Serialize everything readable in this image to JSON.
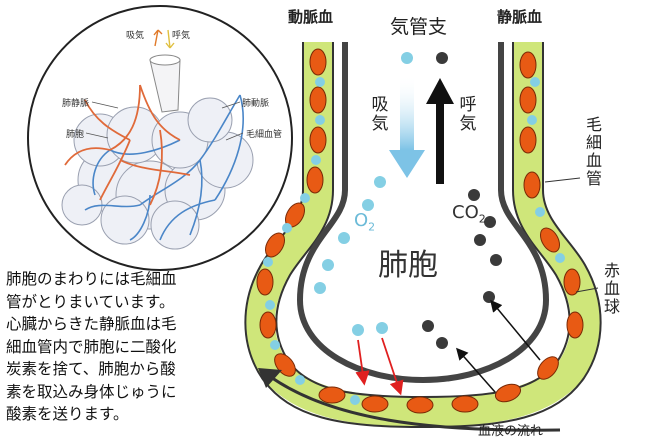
{
  "labels": {
    "artery": "動脈血",
    "bronchus": "気管支",
    "vein": "静脈血",
    "inhale": "吸気",
    "exhale": "呼気",
    "capillary": "毛細血管",
    "alveolus": "肺胞",
    "o2": "O",
    "o2_sub": "2",
    "co2": "CO",
    "co2_sub": "2",
    "rbc": "赤血球",
    "blood_flow": "血液の流れ"
  },
  "inset": {
    "inhale": "吸気",
    "exhale": "呼気",
    "pulm_vein": "肺静脈",
    "pulm_artery": "肺動脈",
    "alveolus": "肺胞",
    "capillary": "毛細血管"
  },
  "description": [
    "肺胞のまわりには毛細血",
    "管がとりまいています。",
    "心臓からきた静脈血は毛",
    "細血管内で肺胞に二酸化",
    "炭素を捨て、肺胞から酸",
    "素を取込み身体じゅうに",
    "酸素を送ります。"
  ],
  "colors": {
    "plasma": "#cfe67a",
    "rbc": "#e85a14",
    "o2_dot": "#84cfe4",
    "co2_dot": "#3a3a3a",
    "wall": "#444444",
    "inhale_arrow": "#8cc9e8",
    "transfer_arrow": "#e02020"
  },
  "icons": [
    "arrow-up-icon",
    "arrow-down-icon",
    "flow-arrow-icon"
  ]
}
